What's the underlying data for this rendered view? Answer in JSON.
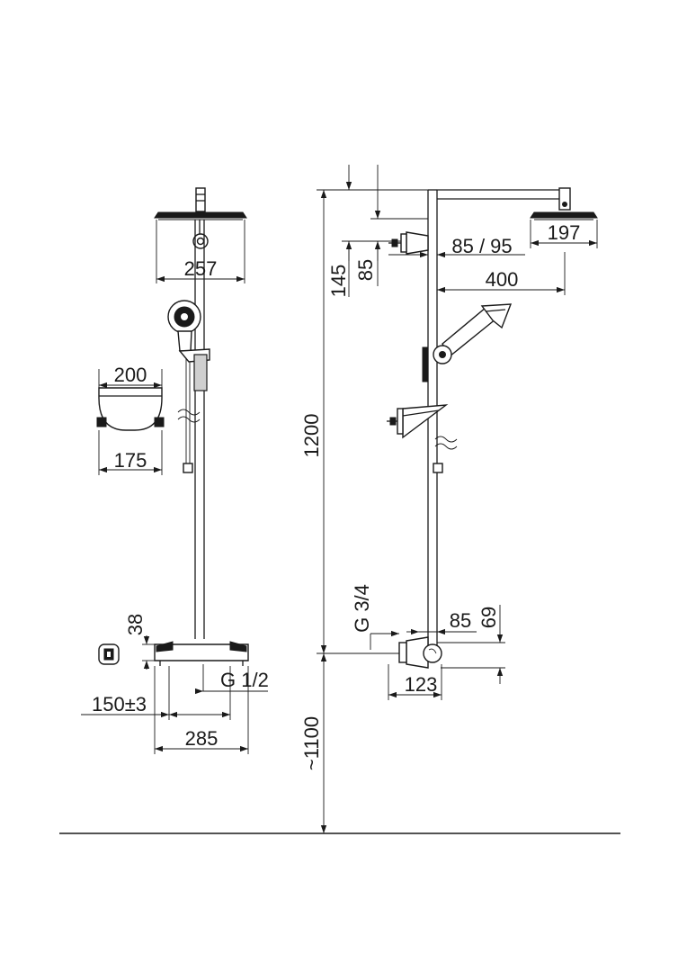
{
  "front_view": {
    "overhead_width": "257",
    "shelf_width_top": "200",
    "shelf_width_bottom": "175",
    "mixer_height": "38",
    "mixer_connection": "G 1/2",
    "mixer_offset": "150±3",
    "mixer_width": "285"
  },
  "side_view": {
    "arm_drop_145": "145",
    "arm_drop_85": "85",
    "wall_distance": "85 / 95",
    "overhead_depth": "197",
    "arm_projection": "400",
    "total_height": "1200",
    "inlet_connection": "G 3/4",
    "inlet_offset": "85",
    "inlet_height": "69",
    "inlet_depth": "123",
    "floor_height": "~1100"
  }
}
